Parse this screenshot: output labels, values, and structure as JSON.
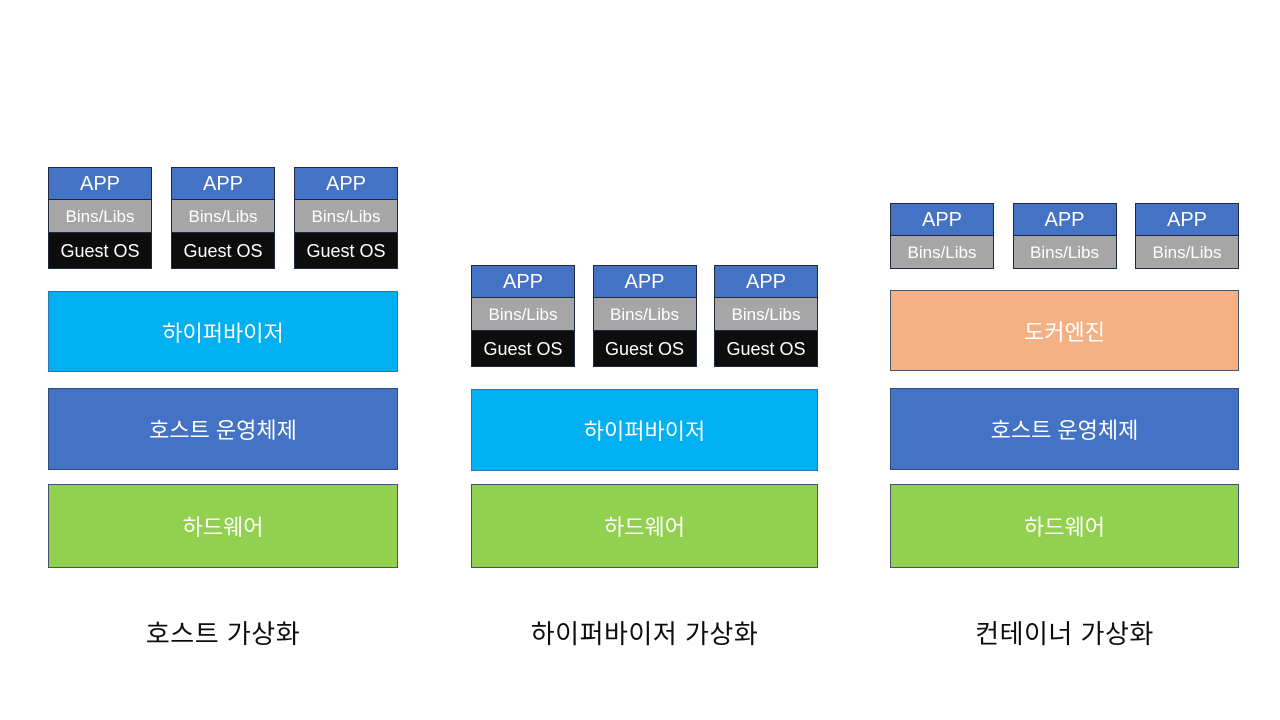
{
  "columns": [
    {
      "caption": "호스트 가상화",
      "stack": {
        "app": "APP",
        "bins": "Bins/Libs",
        "guest": "Guest OS"
      },
      "stacks_count": 3,
      "layers": [
        {
          "name": "hypervisor",
          "label": "하이퍼바이저"
        },
        {
          "name": "host-os",
          "label": "호스트 운영체제"
        },
        {
          "name": "hardware",
          "label": "하드웨어"
        }
      ]
    },
    {
      "caption": "하이퍼바이저 가상화",
      "stack": {
        "app": "APP",
        "bins": "Bins/Libs",
        "guest": "Guest OS"
      },
      "stacks_count": 3,
      "layers": [
        {
          "name": "hypervisor",
          "label": "하이퍼바이저"
        },
        {
          "name": "hardware",
          "label": "하드웨어"
        }
      ]
    },
    {
      "caption": "컨테이너 가상화",
      "stack": {
        "app": "APP",
        "bins": "Bins/Libs"
      },
      "stacks_count": 3,
      "layers": [
        {
          "name": "docker-engine",
          "label": "도커엔진"
        },
        {
          "name": "host-os",
          "label": "호스트 운영체제"
        },
        {
          "name": "hardware",
          "label": "하드웨어"
        }
      ]
    }
  ],
  "colors": {
    "background": "#FFFFFF",
    "app_fill": "#4472C4",
    "bins_libs_fill": "#A6A6A6",
    "guest_os_fill": "#0D0D0D",
    "hypervisor_fill": "#00B0F0",
    "host_os_fill": "#4472C4",
    "hardware_fill": "#92D050",
    "docker_engine_fill": "#F4B183",
    "stack_border": "#1F2A3C",
    "layer_border": "#44546A",
    "box_text": "#FFFFFF",
    "caption_text": "#0D0D0D"
  }
}
